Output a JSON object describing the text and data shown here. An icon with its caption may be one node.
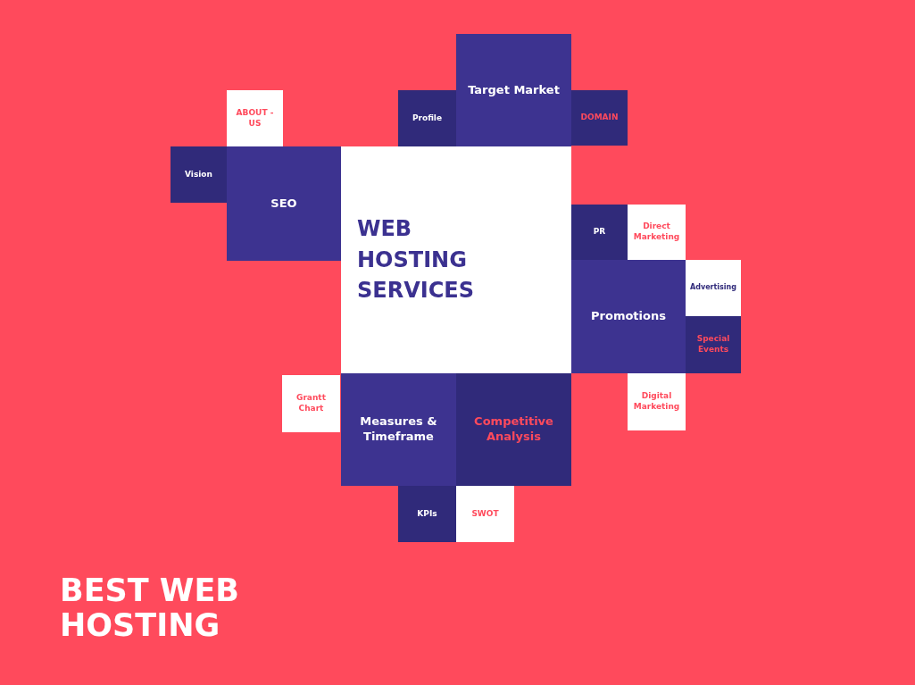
{
  "diagram": {
    "title": "BEST WEB HOSTING",
    "nodes": [
      {
        "text": [
          "Target Market"
        ]
      },
      {
        "text": [
          "Profile"
        ]
      },
      {
        "text": [
          "DOMAIN"
        ]
      },
      {
        "text": [
          "ABOUT -US"
        ]
      },
      {
        "text": [
          "Vision"
        ]
      },
      {
        "text": [
          "SEO"
        ]
      },
      {
        "text": [
          "WEB HOSTING SERVICES"
        ]
      },
      {
        "text": [
          "PR"
        ]
      },
      {
        "text": [
          "Direct Marketing"
        ]
      },
      {
        "text": [
          "Promotions"
        ]
      },
      {
        "text": [
          "Advertising"
        ]
      },
      {
        "text": [
          "Special Events"
        ]
      },
      {
        "text": [
          "Grantt Chart"
        ]
      },
      {
        "text": [
          "Measures & Timeframe"
        ]
      },
      {
        "text": [
          "Competitive Analysis"
        ]
      },
      {
        "text": [
          "Digital Marketing"
        ]
      },
      {
        "text": [
          "KPIs"
        ]
      },
      {
        "text": [
          "SWOT"
        ]
      }
    ]
  }
}
